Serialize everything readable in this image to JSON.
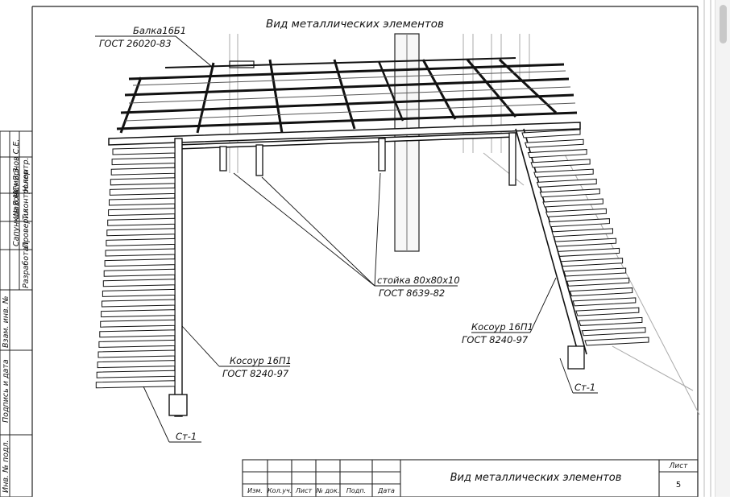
{
  "drawing": {
    "title": "Вид металлических элементов",
    "labels": {
      "beam_name": "Балка16Б1",
      "beam_standard": "ГОСТ 26020-83",
      "post_name": "стойка 80х80х10",
      "post_standard": "ГОСТ 8639-82",
      "stringer_left_name": "Косоур 16П1",
      "stringer_left_standard": "ГОСТ 8240-97",
      "stringer_right_name": "Косоур 16П1",
      "stringer_right_standard": "ГОСТ 8240-97",
      "st_left": "Ст-1",
      "st_right": "Ст-1"
    }
  },
  "side_stamp": {
    "roles": [
      "Разработал",
      "Проверил",
      "Т.контролер",
      "Н.контр."
    ],
    "names": [
      "Сапунков В.М.",
      "Шахович В.З.",
      "Смирнов С.Е."
    ],
    "fields": [
      "Взам. инв. №",
      "Подпись и дата",
      "Инв. № подл."
    ]
  },
  "title_block": {
    "headers": [
      "Изм.",
      "Кол.уч.",
      "Лист",
      "№ док.",
      "Подп.",
      "Дата"
    ],
    "title": "Вид металлических элементов",
    "sheet_label": "Лист",
    "sheet_number": "5"
  }
}
